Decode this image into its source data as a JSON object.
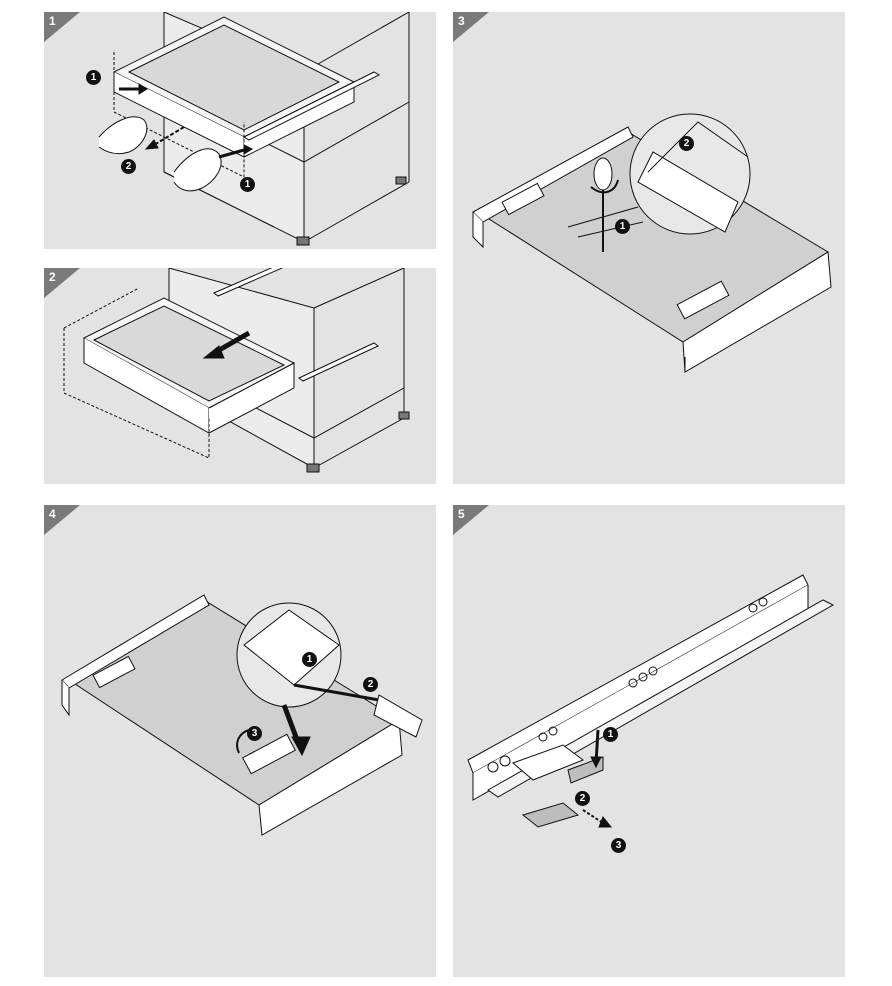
{
  "colors": {
    "panel_bg": "#e3e3e3",
    "tab_bg": "#7a7a7a",
    "line": "#111111",
    "part_fill": "#ffffff",
    "shadow": "#bdbdbd"
  },
  "steps": [
    {
      "number": "1",
      "callouts": [
        "1",
        "2",
        "1"
      ]
    },
    {
      "number": "2",
      "callouts": []
    },
    {
      "number": "3",
      "callouts": [
        "1",
        "2"
      ]
    },
    {
      "number": "4",
      "callouts": [
        "1",
        "2",
        "3"
      ]
    },
    {
      "number": "5",
      "callouts": [
        "1",
        "2",
        "3"
      ]
    }
  ]
}
